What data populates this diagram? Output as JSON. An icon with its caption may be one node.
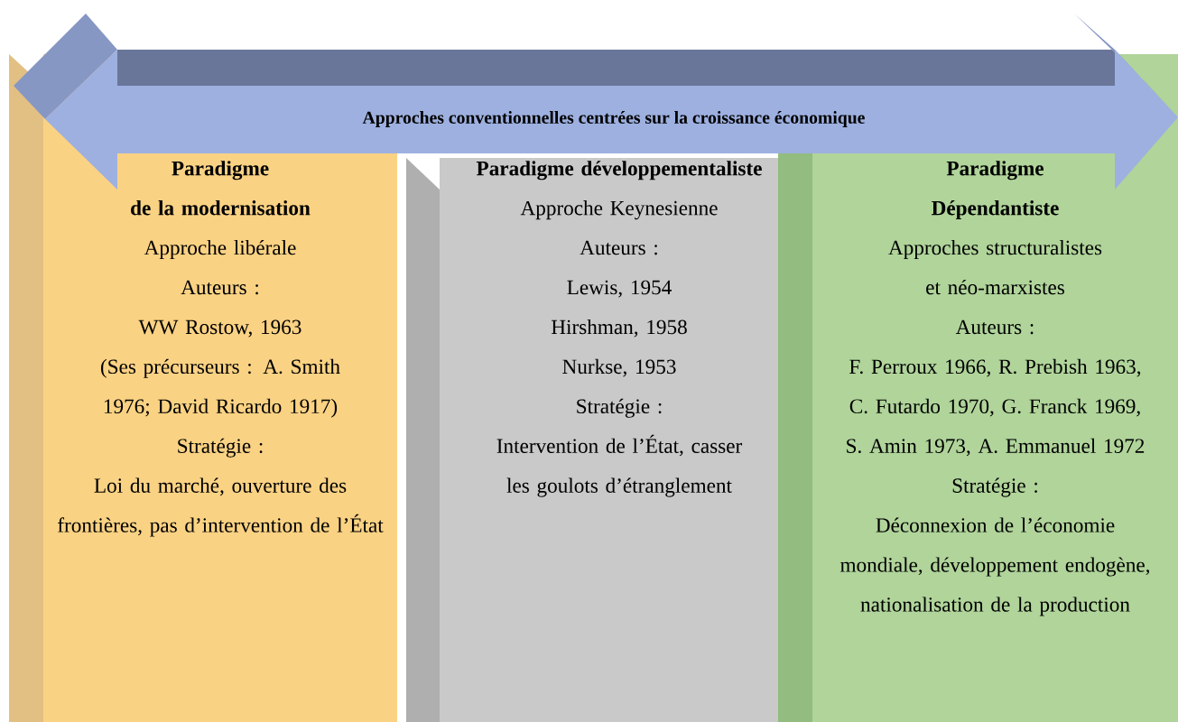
{
  "diagram": {
    "nodes": [
      {
        "text": [
          "Approches conventionnelles centrées sur la croissance économique"
        ]
      },
      {
        "text": [
          "Paradigme de la modernisation",
          "Approche libérale",
          "Auteurs :",
          "WW Rostow, 1963",
          "(Ses précurseurs : A. Smith 1976; David Ricardo 1917)",
          "Stratégie :",
          "Loi du marché, ouverture des frontières, pas d’intervention de l’État"
        ]
      },
      {
        "text": [
          "Paradigme développementaliste",
          "Approche Keynesienne",
          "Auteurs :",
          "Lewis, 1954",
          "Hirshman, 1958",
          "Nurkse, 1953",
          "Stratégie :",
          "Intervention de l’État, casser les goulots d’étranglement"
        ]
      },
      {
        "text": [
          "Paradigme Dépendantiste",
          "Approches structuralistes et néo-marxistes",
          "Auteurs :",
          "F. Perroux 1966, R. Prebish 1963, C. Futardo 1970, G. Franck 1969, S. Amin 1973, A. Emmanuel 1972",
          "Stratégie :",
          "Déconnexion de l’économie mondiale, développement endogène, nationalisation de la production"
        ]
      }
    ]
  }
}
